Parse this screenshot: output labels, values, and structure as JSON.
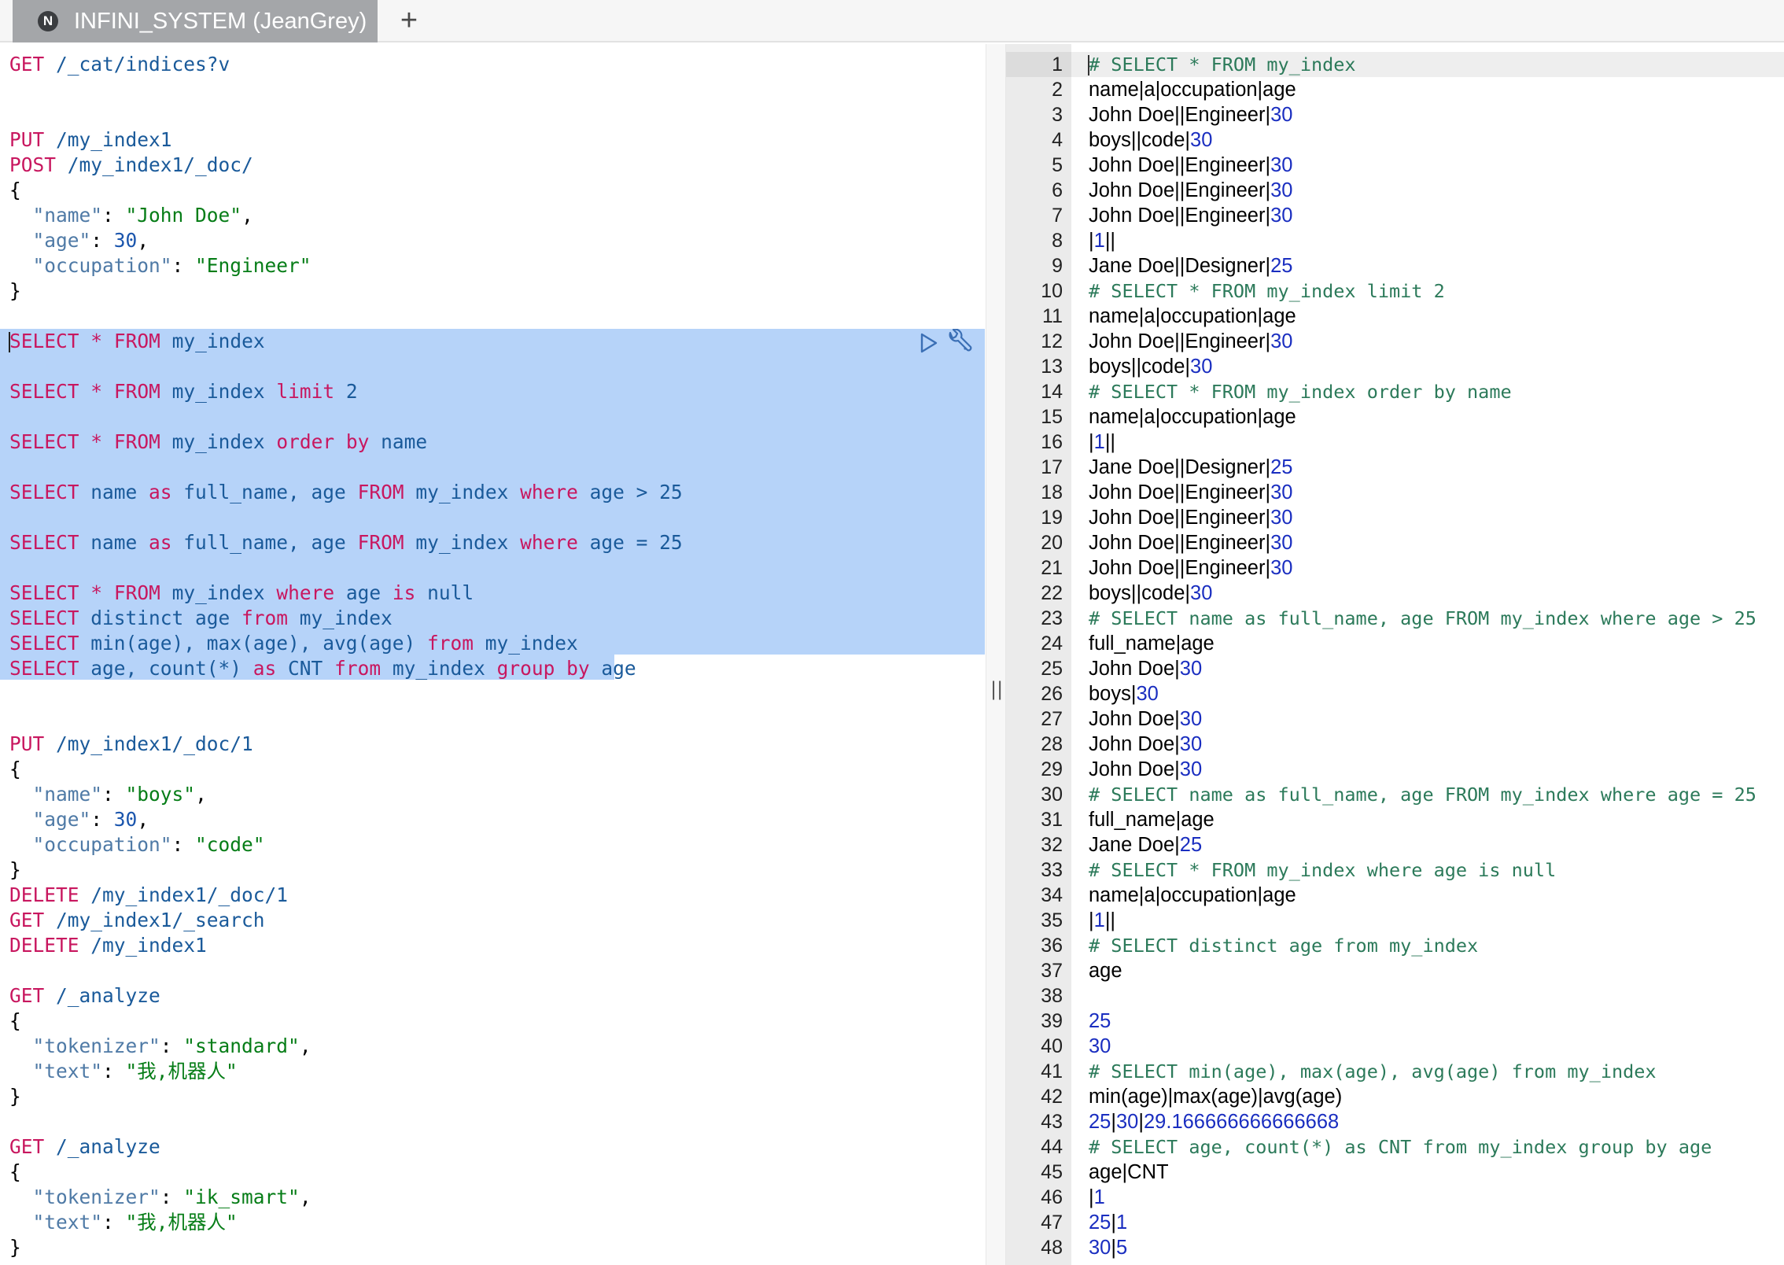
{
  "tab": {
    "title": "INFINI_SYSTEM (JeanGrey)",
    "logo_letter": "N",
    "new_tab_symbol": "+"
  },
  "editor": {
    "lines": [
      {
        "id": "l0",
        "parts": [
          [
            "k",
            "GET"
          ],
          [
            "s",
            " /_cat/indices?v"
          ]
        ]
      },
      {
        "id": "l1",
        "parts": []
      },
      {
        "id": "l2",
        "parts": []
      },
      {
        "id": "l3",
        "parts": [
          [
            "k",
            "PUT"
          ],
          [
            "s",
            " /my_index1"
          ]
        ]
      },
      {
        "id": "l4",
        "parts": [
          [
            "k",
            "POST"
          ],
          [
            "s",
            " /my_index1/_doc/"
          ]
        ]
      },
      {
        "id": "l5",
        "parts": [
          [
            "p",
            "{"
          ]
        ]
      },
      {
        "id": "l6",
        "parts": [
          [
            "p",
            "  "
          ],
          [
            "key",
            "\"name\""
          ],
          [
            "p",
            ": "
          ],
          [
            "str",
            "\"John Doe\""
          ],
          [
            "p",
            ","
          ]
        ]
      },
      {
        "id": "l7",
        "parts": [
          [
            "p",
            "  "
          ],
          [
            "key",
            "\"age\""
          ],
          [
            "p",
            ": "
          ],
          [
            "n",
            "30"
          ],
          [
            "p",
            ","
          ]
        ]
      },
      {
        "id": "l8",
        "parts": [
          [
            "p",
            "  "
          ],
          [
            "key",
            "\"occupation\""
          ],
          [
            "p",
            ": "
          ],
          [
            "str",
            "\"Engineer\""
          ]
        ]
      },
      {
        "id": "l9",
        "parts": [
          [
            "p",
            "}"
          ]
        ]
      },
      {
        "id": "l10",
        "parts": []
      },
      {
        "id": "l11",
        "parts": [
          [
            "k",
            "SELECT"
          ],
          [
            "p",
            " "
          ],
          [
            "k",
            "*"
          ],
          [
            "p",
            " "
          ],
          [
            "k",
            "FROM"
          ],
          [
            "s",
            " my_index"
          ]
        ]
      },
      {
        "id": "l12",
        "parts": []
      },
      {
        "id": "l13",
        "parts": [
          [
            "k",
            "SELECT"
          ],
          [
            "p",
            " "
          ],
          [
            "k",
            "*"
          ],
          [
            "p",
            " "
          ],
          [
            "k",
            "FROM"
          ],
          [
            "s",
            " my_index "
          ],
          [
            "k",
            "limit"
          ],
          [
            "s",
            " 2"
          ]
        ]
      },
      {
        "id": "l14",
        "parts": []
      },
      {
        "id": "l15",
        "parts": [
          [
            "k",
            "SELECT"
          ],
          [
            "p",
            " "
          ],
          [
            "k",
            "*"
          ],
          [
            "p",
            " "
          ],
          [
            "k",
            "FROM"
          ],
          [
            "s",
            " my_index "
          ],
          [
            "k",
            "order by"
          ],
          [
            "s",
            " name"
          ]
        ]
      },
      {
        "id": "l16",
        "parts": []
      },
      {
        "id": "l17",
        "parts": [
          [
            "k",
            "SELECT"
          ],
          [
            "s",
            " name "
          ],
          [
            "k",
            "as"
          ],
          [
            "s",
            " full_name, age "
          ],
          [
            "k",
            "FROM"
          ],
          [
            "s",
            " my_index "
          ],
          [
            "k",
            "where"
          ],
          [
            "s",
            " age > 25"
          ]
        ]
      },
      {
        "id": "l18",
        "parts": []
      },
      {
        "id": "l19",
        "parts": [
          [
            "k",
            "SELECT"
          ],
          [
            "s",
            " name "
          ],
          [
            "k",
            "as"
          ],
          [
            "s",
            " full_name, age "
          ],
          [
            "k",
            "FROM"
          ],
          [
            "s",
            " my_index "
          ],
          [
            "k",
            "where"
          ],
          [
            "s",
            " age = 25"
          ]
        ]
      },
      {
        "id": "l20",
        "parts": []
      },
      {
        "id": "l21",
        "parts": [
          [
            "k",
            "SELECT"
          ],
          [
            "p",
            " "
          ],
          [
            "k",
            "*"
          ],
          [
            "p",
            " "
          ],
          [
            "k",
            "FROM"
          ],
          [
            "s",
            " my_index "
          ],
          [
            "k",
            "where"
          ],
          [
            "s",
            " age "
          ],
          [
            "k",
            "is"
          ],
          [
            "s",
            " null"
          ]
        ]
      },
      {
        "id": "l22",
        "parts": [
          [
            "k",
            "SELECT"
          ],
          [
            "s",
            " distinct age "
          ],
          [
            "k",
            "from"
          ],
          [
            "s",
            " my_index"
          ]
        ]
      },
      {
        "id": "l23",
        "parts": [
          [
            "k",
            "SELECT"
          ],
          [
            "s",
            " min(age), max(age), avg(age) "
          ],
          [
            "k",
            "from"
          ],
          [
            "s",
            " my_index"
          ]
        ]
      },
      {
        "id": "l24",
        "parts": [
          [
            "k",
            "SELECT"
          ],
          [
            "s",
            " age, count(*) "
          ],
          [
            "k",
            "as"
          ],
          [
            "s",
            " CNT "
          ],
          [
            "k",
            "from"
          ],
          [
            "s",
            " my_index "
          ],
          [
            "k",
            "group by"
          ],
          [
            "s",
            " age"
          ]
        ]
      },
      {
        "id": "l25",
        "parts": []
      },
      {
        "id": "l26",
        "parts": []
      },
      {
        "id": "l27",
        "parts": [
          [
            "k",
            "PUT"
          ],
          [
            "s",
            " /my_index1/_doc/1"
          ]
        ]
      },
      {
        "id": "l28",
        "parts": [
          [
            "p",
            "{"
          ]
        ]
      },
      {
        "id": "l29",
        "parts": [
          [
            "p",
            "  "
          ],
          [
            "key",
            "\"name\""
          ],
          [
            "p",
            ": "
          ],
          [
            "str",
            "\"boys\""
          ],
          [
            "p",
            ","
          ]
        ]
      },
      {
        "id": "l30",
        "parts": [
          [
            "p",
            "  "
          ],
          [
            "key",
            "\"age\""
          ],
          [
            "p",
            ": "
          ],
          [
            "n",
            "30"
          ],
          [
            "p",
            ","
          ]
        ]
      },
      {
        "id": "l31",
        "parts": [
          [
            "p",
            "  "
          ],
          [
            "key",
            "\"occupation\""
          ],
          [
            "p",
            ": "
          ],
          [
            "str",
            "\"code\""
          ]
        ]
      },
      {
        "id": "l32",
        "parts": [
          [
            "p",
            "}"
          ]
        ]
      },
      {
        "id": "l33",
        "parts": [
          [
            "k",
            "DELETE"
          ],
          [
            "s",
            " /my_index1/_doc/1"
          ]
        ]
      },
      {
        "id": "l34",
        "parts": [
          [
            "k",
            "GET"
          ],
          [
            "s",
            " /my_index1/_search"
          ]
        ]
      },
      {
        "id": "l35",
        "parts": [
          [
            "k",
            "DELETE"
          ],
          [
            "s",
            " /my_index1"
          ]
        ]
      },
      {
        "id": "l36",
        "parts": []
      },
      {
        "id": "l37",
        "parts": [
          [
            "k",
            "GET"
          ],
          [
            "s",
            " /_analyze"
          ]
        ]
      },
      {
        "id": "l38",
        "parts": [
          [
            "p",
            "{"
          ]
        ]
      },
      {
        "id": "l39",
        "parts": [
          [
            "p",
            "  "
          ],
          [
            "key",
            "\"tokenizer\""
          ],
          [
            "p",
            ": "
          ],
          [
            "str",
            "\"standard\""
          ],
          [
            "p",
            ","
          ]
        ]
      },
      {
        "id": "l40",
        "parts": [
          [
            "p",
            "  "
          ],
          [
            "key",
            "\"text\""
          ],
          [
            "p",
            ": "
          ],
          [
            "str",
            "\"我,机器人\""
          ]
        ]
      },
      {
        "id": "l41",
        "parts": [
          [
            "p",
            "}"
          ]
        ]
      },
      {
        "id": "l42",
        "parts": []
      },
      {
        "id": "l43",
        "parts": [
          [
            "k",
            "GET"
          ],
          [
            "s",
            " /_analyze"
          ]
        ]
      },
      {
        "id": "l44",
        "parts": [
          [
            "p",
            "{"
          ]
        ]
      },
      {
        "id": "l45",
        "parts": [
          [
            "p",
            "  "
          ],
          [
            "key",
            "\"tokenizer\""
          ],
          [
            "p",
            ": "
          ],
          [
            "str",
            "\"ik_smart\""
          ],
          [
            "p",
            ","
          ]
        ]
      },
      {
        "id": "l46",
        "parts": [
          [
            "p",
            "  "
          ],
          [
            "key",
            "\"text\""
          ],
          [
            "p",
            ": "
          ],
          [
            "str",
            "\"我,机器人\""
          ]
        ]
      },
      {
        "id": "l47",
        "parts": [
          [
            "p",
            "}"
          ]
        ]
      }
    ]
  },
  "actions": {
    "run_icon": "play-icon",
    "settings_icon": "wrench-icon"
  },
  "divider": {
    "grip": "||"
  },
  "output": {
    "lines": [
      [
        [
          "cm",
          "# SELECT * FROM my_index"
        ]
      ],
      [
        [
          "t",
          "name|a|occupation|age"
        ]
      ],
      [
        [
          "t",
          "John Doe||Engineer|"
        ],
        [
          "n",
          "30"
        ]
      ],
      [
        [
          "t",
          "boys||code|"
        ],
        [
          "n",
          "30"
        ]
      ],
      [
        [
          "t",
          "John Doe||Engineer|"
        ],
        [
          "n",
          "30"
        ]
      ],
      [
        [
          "t",
          "John Doe||Engineer|"
        ],
        [
          "n",
          "30"
        ]
      ],
      [
        [
          "t",
          "John Doe||Engineer|"
        ],
        [
          "n",
          "30"
        ]
      ],
      [
        [
          "t",
          "|"
        ],
        [
          "n",
          "1"
        ],
        [
          "t",
          "||"
        ]
      ],
      [
        [
          "t",
          "Jane Doe||Designer|"
        ],
        [
          "n",
          "25"
        ]
      ],
      [
        [
          "cm",
          "# SELECT * FROM my_index limit 2"
        ]
      ],
      [
        [
          "t",
          "name|a|occupation|age"
        ]
      ],
      [
        [
          "t",
          "John Doe||Engineer|"
        ],
        [
          "n",
          "30"
        ]
      ],
      [
        [
          "t",
          "boys||code|"
        ],
        [
          "n",
          "30"
        ]
      ],
      [
        [
          "cm",
          "# SELECT * FROM my_index order by name"
        ]
      ],
      [
        [
          "t",
          "name|a|occupation|age"
        ]
      ],
      [
        [
          "t",
          "|"
        ],
        [
          "n",
          "1"
        ],
        [
          "t",
          "||"
        ]
      ],
      [
        [
          "t",
          "Jane Doe||Designer|"
        ],
        [
          "n",
          "25"
        ]
      ],
      [
        [
          "t",
          "John Doe||Engineer|"
        ],
        [
          "n",
          "30"
        ]
      ],
      [
        [
          "t",
          "John Doe||Engineer|"
        ],
        [
          "n",
          "30"
        ]
      ],
      [
        [
          "t",
          "John Doe||Engineer|"
        ],
        [
          "n",
          "30"
        ]
      ],
      [
        [
          "t",
          "John Doe||Engineer|"
        ],
        [
          "n",
          "30"
        ]
      ],
      [
        [
          "t",
          "boys||code|"
        ],
        [
          "n",
          "30"
        ]
      ],
      [
        [
          "cm",
          "# SELECT name as full_name, age FROM my_index where age > 25"
        ]
      ],
      [
        [
          "t",
          "full_name|age"
        ]
      ],
      [
        [
          "t",
          "John Doe|"
        ],
        [
          "n",
          "30"
        ]
      ],
      [
        [
          "t",
          "boys|"
        ],
        [
          "n",
          "30"
        ]
      ],
      [
        [
          "t",
          "John Doe|"
        ],
        [
          "n",
          "30"
        ]
      ],
      [
        [
          "t",
          "John Doe|"
        ],
        [
          "n",
          "30"
        ]
      ],
      [
        [
          "t",
          "John Doe|"
        ],
        [
          "n",
          "30"
        ]
      ],
      [
        [
          "cm",
          "# SELECT name as full_name, age FROM my_index where age = 25"
        ]
      ],
      [
        [
          "t",
          "full_name|age"
        ]
      ],
      [
        [
          "t",
          "Jane Doe|"
        ],
        [
          "n",
          "25"
        ]
      ],
      [
        [
          "cm",
          "# SELECT * FROM my_index where age is null"
        ]
      ],
      [
        [
          "t",
          "name|a|occupation|age"
        ]
      ],
      [
        [
          "t",
          "|"
        ],
        [
          "n",
          "1"
        ],
        [
          "t",
          "||"
        ]
      ],
      [
        [
          "cm",
          "# SELECT distinct age from my_index"
        ]
      ],
      [
        [
          "t",
          "age"
        ]
      ],
      [],
      [
        [
          "n",
          "25"
        ]
      ],
      [
        [
          "n",
          "30"
        ]
      ],
      [
        [
          "cm",
          "# SELECT min(age), max(age), avg(age) from my_index"
        ]
      ],
      [
        [
          "t",
          "min(age)|max(age)|avg(age)"
        ]
      ],
      [
        [
          "n",
          "25"
        ],
        [
          "t",
          "|"
        ],
        [
          "n",
          "30"
        ],
        [
          "t",
          "|"
        ],
        [
          "n",
          "29.166666666666668"
        ]
      ],
      [
        [
          "cm",
          "# SELECT age, count(*) as CNT from my_index group by age"
        ]
      ],
      [
        [
          "t",
          "age|CNT"
        ]
      ],
      [
        [
          "t",
          "|"
        ],
        [
          "n",
          "1"
        ]
      ],
      [
        [
          "n",
          "25"
        ],
        [
          "t",
          "|"
        ],
        [
          "n",
          "1"
        ]
      ],
      [
        [
          "n",
          "30"
        ],
        [
          "t",
          "|"
        ],
        [
          "n",
          "5"
        ]
      ]
    ]
  }
}
